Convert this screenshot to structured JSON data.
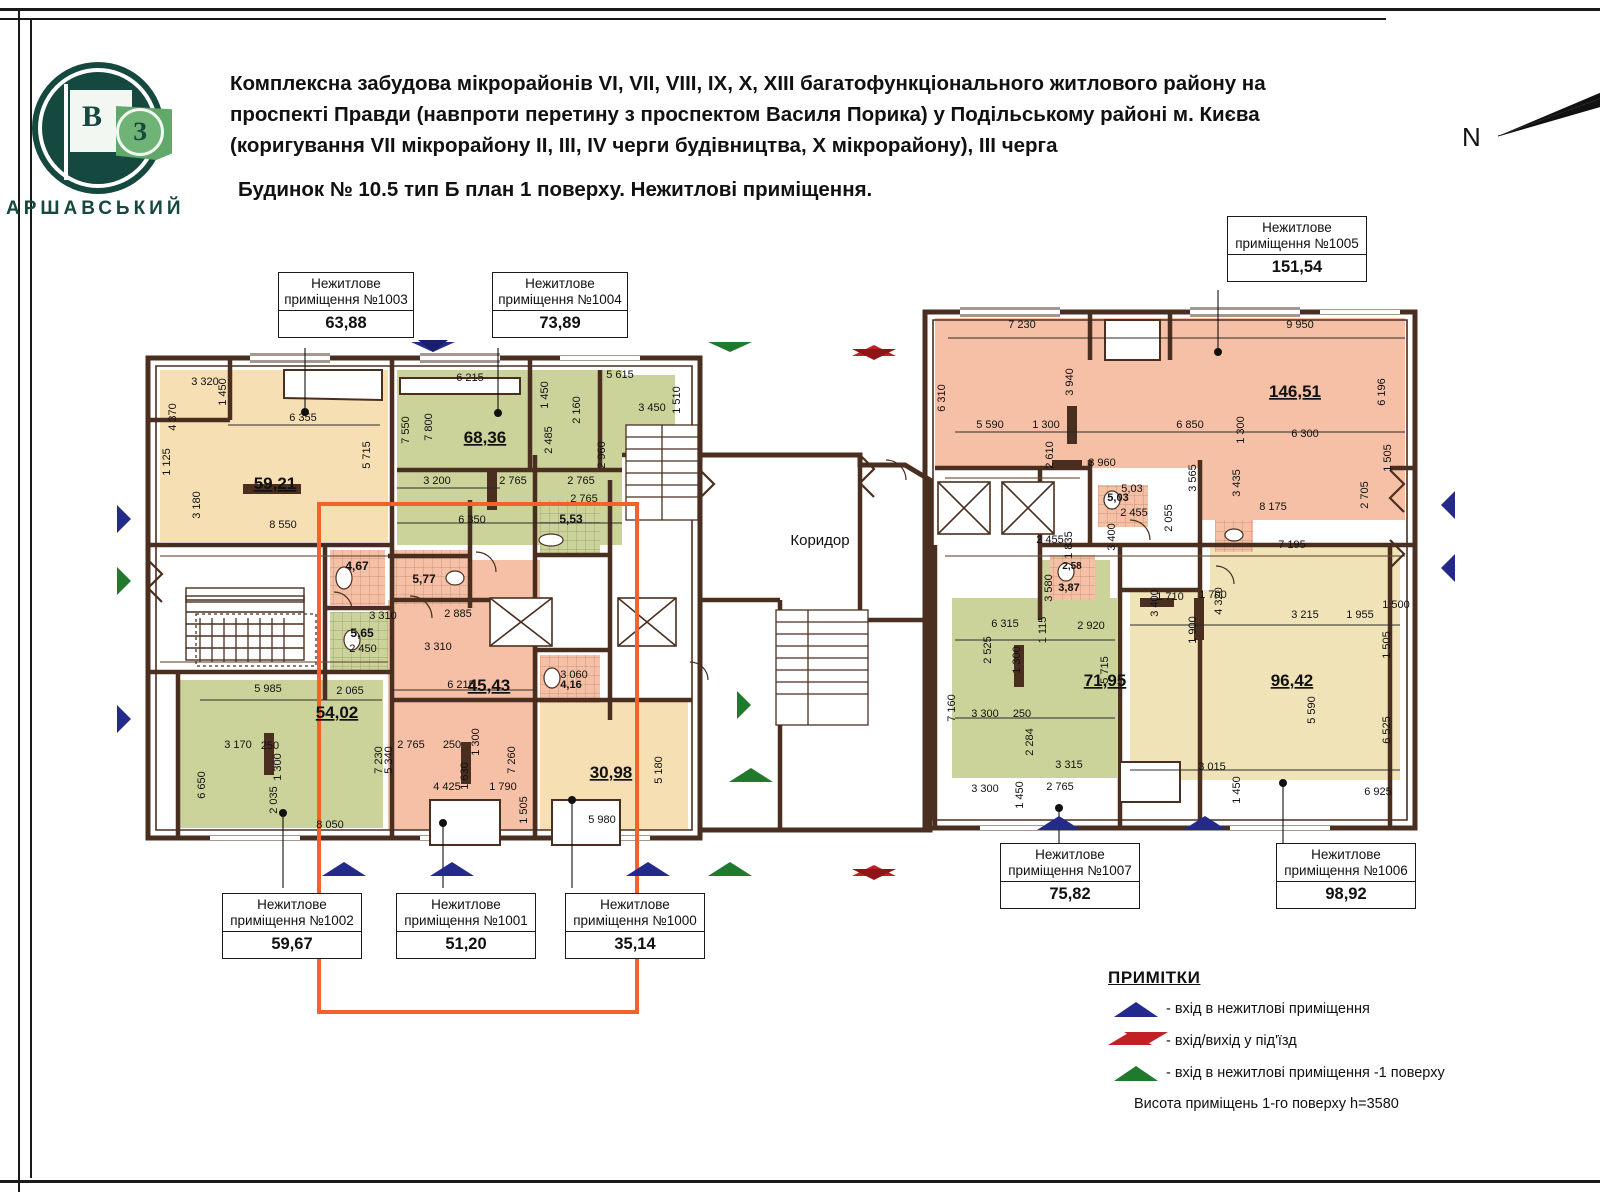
{
  "document": {
    "title_lines": [
      "Комплексна забудова мікрорайонів VI, VII, VIII, IX, X, XIII багатофункціонального житлового району на",
      "проспекті Правди (навпроти перетину з проспектом Василя Порика) у Подільському районі м. Києва",
      "(коригування VII мікрорайону II, III, IV черги будівництва, X мікрорайону), III черга"
    ],
    "subtitle": "Будинок № 10.5   тип Б   план 1 поверху. Нежитлові приміщення.",
    "north_label": "N"
  },
  "logo": {
    "letter_flag": "В",
    "letter_badge": "З",
    "wordmark": "АРШАВСЬКИЙ"
  },
  "callouts": [
    {
      "id": "c1003",
      "caption_line1": "Нежитлове",
      "caption_line2": "приміщення №1003",
      "value": "63,88"
    },
    {
      "id": "c1004",
      "caption_line1": "Нежитлове",
      "caption_line2": "приміщення №1004",
      "value": "73,89"
    },
    {
      "id": "c1005",
      "caption_line1": "Нежитлове",
      "caption_line2": "приміщення №1005",
      "value": "151,54"
    },
    {
      "id": "c1002",
      "caption_line1": "Нежитлове",
      "caption_line2": "приміщення №1002",
      "value": "59,67"
    },
    {
      "id": "c1001",
      "caption_line1": "Нежитлове",
      "caption_line2": "приміщення №1001",
      "value": "51,20"
    },
    {
      "id": "c1000",
      "caption_line1": "Нежитлове",
      "caption_line2": "приміщення №1000",
      "value": "35,14"
    },
    {
      "id": "c1007",
      "caption_line1": "Нежитлове",
      "caption_line2": "приміщення №1007",
      "value": "75,82"
    },
    {
      "id": "c1006",
      "caption_line1": "Нежитлове",
      "caption_line2": "приміщення №1006",
      "value": "98,92"
    }
  ],
  "rooms": [
    {
      "name": "room-59-21",
      "area": "59.21",
      "fill": "#f7dfb4"
    },
    {
      "name": "room-68-36",
      "area": "68.36",
      "fill": "#ccd39a"
    },
    {
      "name": "room-146-51",
      "area": "146.51",
      "fill": "#f5c0a6"
    },
    {
      "name": "room-54-02",
      "area": "54.02",
      "fill": "#ccd39a"
    },
    {
      "name": "room-45-43",
      "area": "45.43",
      "fill": "#f5c0a6"
    },
    {
      "name": "room-30-98",
      "area": "30.98",
      "fill": "#f7dfb4"
    },
    {
      "name": "room-71-95",
      "area": "71.95",
      "fill": "#ccd39a"
    },
    {
      "name": "room-96-42",
      "area": "96.42",
      "fill": "#f0e3b8"
    },
    {
      "name": "room-4-67",
      "area": "4.67",
      "fill": "#f5c0a6"
    },
    {
      "name": "room-5-77",
      "area": "5.77",
      "fill": "#f5c0a6"
    },
    {
      "name": "room-5-65",
      "area": "5.65",
      "fill": "#ccd39a"
    },
    {
      "name": "room-5-53",
      "area": "5.53",
      "fill": "#ccd39a"
    },
    {
      "name": "room-4-16",
      "area": "4.16",
      "fill": "#f5c0a6"
    },
    {
      "name": "room-5-03",
      "area": "5.03",
      "fill": "#f5c0a6"
    },
    {
      "name": "room-3-87",
      "area": "3.87",
      "fill": "#f5c0a6"
    },
    {
      "name": "room-2-58",
      "area": "2.58",
      "fill": "#f5c0a6"
    },
    {
      "name": "corridor",
      "area": "Коридор",
      "fill": "#ffffff"
    }
  ],
  "dimensions": {
    "left_block": [
      "3 320",
      "4 370",
      "1 125",
      "3 180",
      "6 355",
      "8 550",
      "1 450",
      "5 715"
    ],
    "mid_top_block": [
      "6 215",
      "7 800",
      "7 550",
      "3 200",
      "2 765",
      "6 350",
      "1 450",
      "2 485",
      "2 160",
      "2 960",
      "2 765",
      "5 615",
      "3 450",
      "1 510"
    ],
    "bottom_left_block": [
      "5 985",
      "2 065",
      "3 170",
      "250",
      "1 300",
      "2 035",
      "6 650",
      "8 050",
      "7 230"
    ],
    "mid_bottom_block": [
      "3 310",
      "6 215",
      "2 765",
      "250",
      "5 340",
      "4 425",
      "1 630",
      "1 300",
      "1 790",
      "7 260",
      "1 505",
      "2 885",
      "2 450",
      "5 980",
      "5 180"
    ],
    "right_top_block": [
      "7 230",
      "9 950",
      "3 940",
      "6 310",
      "6 196",
      "5 590",
      "1 300",
      "6 850",
      "6 300",
      "2 610",
      "3 960",
      "1 300",
      "3 565",
      "3 435",
      "8 175",
      "2 705",
      "1 505",
      "1 835",
      "2 455"
    ],
    "right_bottom_block": [
      "7 195",
      "3 400",
      "4 320",
      "1 955",
      "1 700",
      "3 215",
      "1 710",
      "1 900",
      "6 315",
      "2 525",
      "1 300",
      "2 920",
      "1 115",
      "5 715",
      "3 580",
      "7 160",
      "3 300",
      "250",
      "2 284",
      "3 315",
      "2 765",
      "1 450",
      "3 300",
      "3 015",
      "5 590",
      "6 525",
      "6 925",
      "2 065",
      "3 060",
      "1 500"
    ]
  },
  "legend": {
    "title": "ПРИМІТКИ",
    "items": [
      {
        "glyph": "triangle-blue",
        "text": "- вхід в нежитлові приміщення"
      },
      {
        "glyph": "triangle-red-double",
        "text": "- вхід/вихід у під'їзд"
      },
      {
        "glyph": "triangle-green",
        "text": "- вхід в нежитлові приміщення -1 поверху"
      }
    ],
    "note": "Висота приміщень 1-го поверху h=3580"
  },
  "colors": {
    "wall": "#4a2f20",
    "wall_light": "#6b4a33",
    "highlight_box": "#f2622a",
    "blue_marker": "#232a8c",
    "green_marker": "#1f7a2e",
    "red_marker": "#c32026",
    "fill_olive": "#ccd39a",
    "fill_peach": "#f7dfb4",
    "fill_pink": "#f5c0a6",
    "fill_cream": "#f0e3b8"
  }
}
